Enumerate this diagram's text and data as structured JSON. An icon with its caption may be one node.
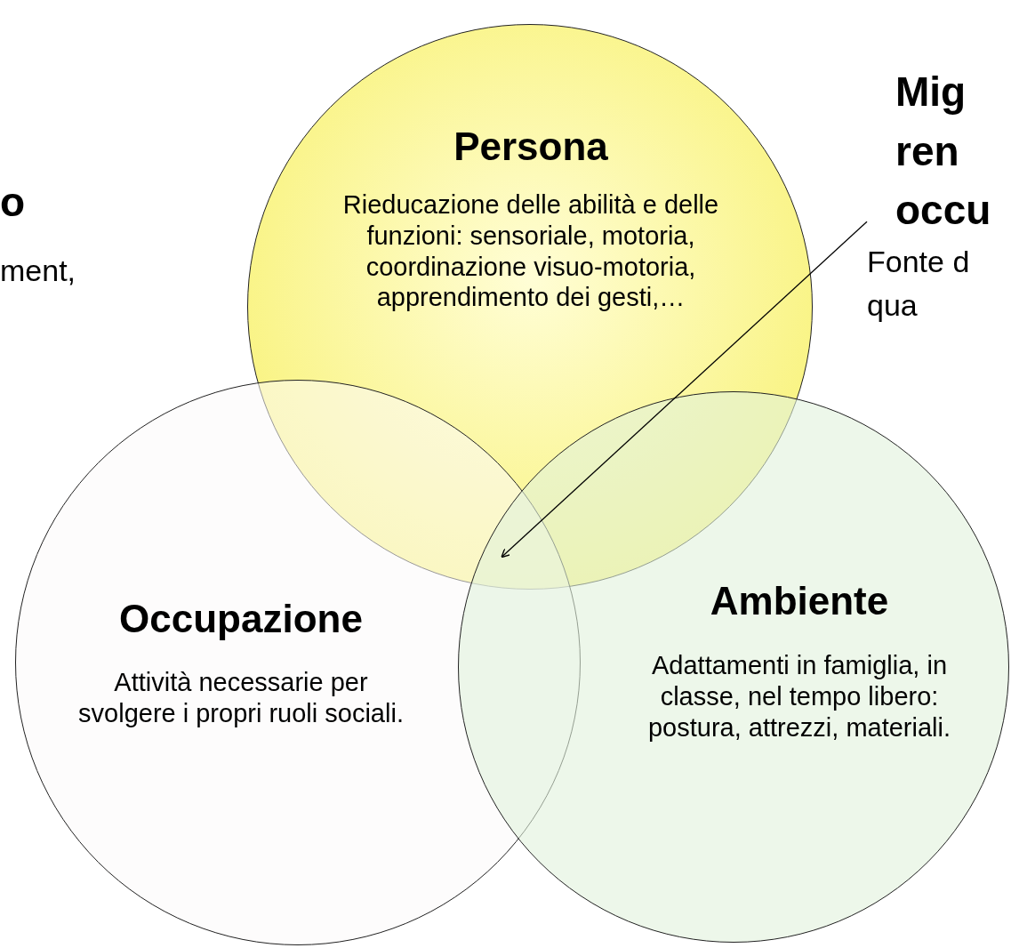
{
  "diagram": {
    "nodes": [
      {
        "text": [
          "Persona",
          "Rieducazione delle abilità e delle funzioni: sensoriale, motoria, coordinazione visuo-motoria, apprendimento dei gesti,…"
        ]
      },
      {
        "text": [
          "Occupazione",
          "Attività necessarie per svolgere i propri ruoli sociali."
        ]
      },
      {
        "text": [
          "Ambiente",
          "Adattamenti in famiglia, in classe, nel tempo libero: postura, attrezzi, materiali."
        ]
      },
      {
        "text": [
          "Mig ren occu",
          "Fonte d qua"
        ]
      }
    ],
    "edges": [
      {
        "from": 3,
        "to": 2,
        "arrow": "to"
      }
    ],
    "labels": [
      "o",
      "ment,"
    ]
  }
}
